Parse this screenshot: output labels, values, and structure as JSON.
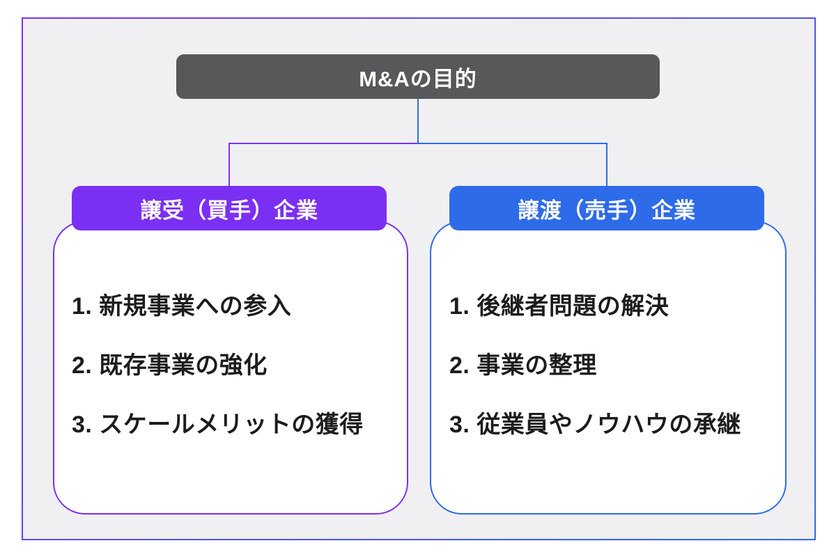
{
  "title": {
    "label": "M&Aの目的"
  },
  "panels": [
    {
      "header": "譲受（買手）企業",
      "items": [
        "1. 新規事業への参入",
        "2. 既存事業の強化",
        "3. スケールメリットの獲得"
      ]
    },
    {
      "header": "譲渡（売手）企業",
      "items": [
        "1. 後継者問題の解決",
        "2. 事業の整理",
        "3. 従業員やノウハウの承継"
      ]
    }
  ],
  "colors": {
    "purple": "#7b2ff2",
    "blue": "#2e6be8",
    "title_bg": "#58585a",
    "canvas_bg": "#f0f0f2",
    "page_bg": "#ffffff",
    "text": "#1c1c1c"
  }
}
